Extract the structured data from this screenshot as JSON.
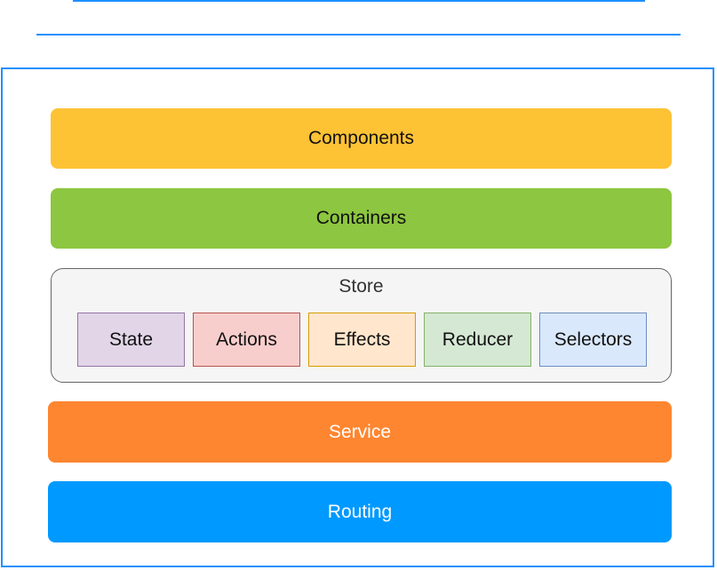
{
  "colors": {
    "frame_border": "#1e90ff",
    "components": "#fec235",
    "containers": "#8dc640",
    "store_bg": "#f5f5f5",
    "service": "#fe8630",
    "routing": "#0099ff",
    "state_fill": "#e1d5e7",
    "state_border": "#9673a6",
    "actions_fill": "#f8cecc",
    "actions_border": "#b85450",
    "effects_fill": "#ffe6cc",
    "effects_border": "#d79b00",
    "reducer_fill": "#d5e8d4",
    "reducer_border": "#82b366",
    "selectors_fill": "#dae8fc",
    "selectors_border": "#6c8ebf"
  },
  "layers": {
    "components": "Components",
    "containers": "Containers",
    "service": "Service",
    "routing": "Routing"
  },
  "store": {
    "title": "Store",
    "parts": {
      "state": "State",
      "actions": "Actions",
      "effects": "Effects",
      "reducer": "Reducer",
      "selectors": "Selectors"
    }
  }
}
